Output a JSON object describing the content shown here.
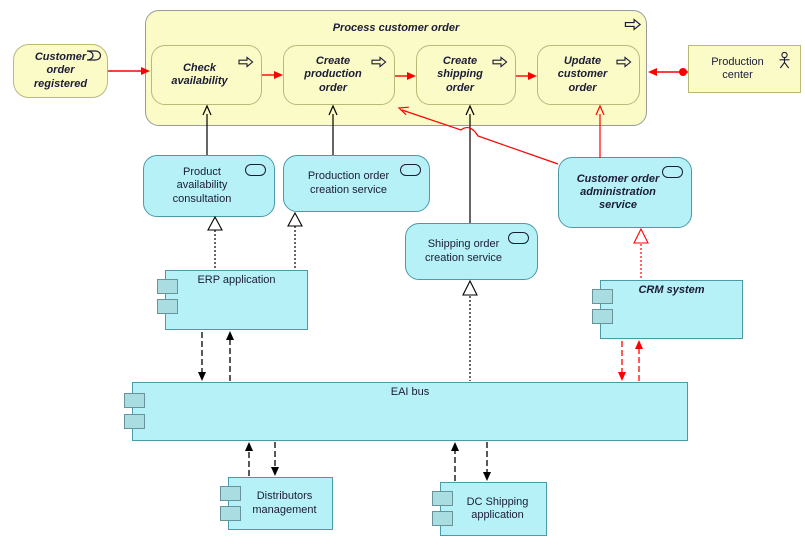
{
  "diagram": {
    "kind": "archimate-view",
    "background": "#ffffff"
  },
  "colors": {
    "business_fill": "#fbfbc8",
    "business_border": "#b9b97a",
    "group_border": "#9a9a9a",
    "application_fill": "#b5f1f7",
    "application_border": "#4a9aa8",
    "tab_fill": "#a9dde2",
    "tab_border": "#68939a",
    "relation_red": "#ff0000",
    "relation_black": "#000000",
    "text": "#1c1c38"
  },
  "nodes": {
    "customer_order_registered": {
      "label": "Customer order registered",
      "type": "business-event"
    },
    "process_customer_order": {
      "label": "Process customer order",
      "type": "business-process"
    },
    "check_availability": {
      "label": "Check availability",
      "type": "business-process"
    },
    "create_production_order": {
      "label": "Create production order",
      "type": "business-process"
    },
    "create_shipping_order": {
      "label": "Create shipping order",
      "type": "business-process"
    },
    "update_customer_order": {
      "label": "Update customer order",
      "type": "business-process"
    },
    "production_center": {
      "label": "Production center",
      "type": "business-actor"
    },
    "product_availability_consultation": {
      "label": "Product availability consultation",
      "type": "application-service"
    },
    "production_order_creation_service": {
      "label": "Production order creation service",
      "type": "application-service"
    },
    "shipping_order_creation_service": {
      "label": "Shipping order creation service",
      "type": "application-service"
    },
    "customer_order_administration_service": {
      "label": "Customer order administration service",
      "type": "application-service"
    },
    "erp_application": {
      "label": "ERP application",
      "type": "application-component"
    },
    "crm_system": {
      "label": "CRM system",
      "type": "application-component"
    },
    "eai_bus": {
      "label": "EAI bus",
      "type": "application-component"
    },
    "distributors_management": {
      "label": "Distributors management",
      "type": "application-component"
    },
    "dc_shipping_application": {
      "label": "DC Shipping application",
      "type": "application-component"
    }
  }
}
